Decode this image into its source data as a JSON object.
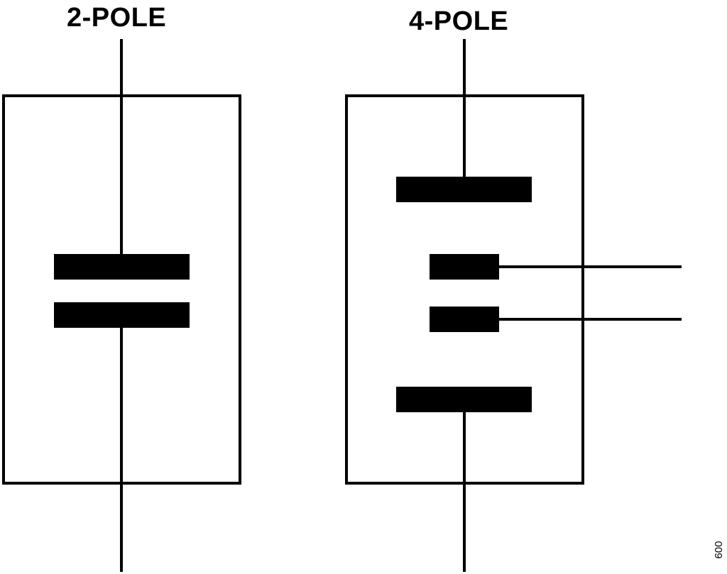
{
  "diagrams": {
    "two_pole": {
      "title": "2-POLE"
    },
    "four_pole": {
      "title": "4-POLE"
    }
  },
  "figure_id": "009",
  "colors": {
    "ink": "#000000",
    "background": "#ffffff"
  }
}
